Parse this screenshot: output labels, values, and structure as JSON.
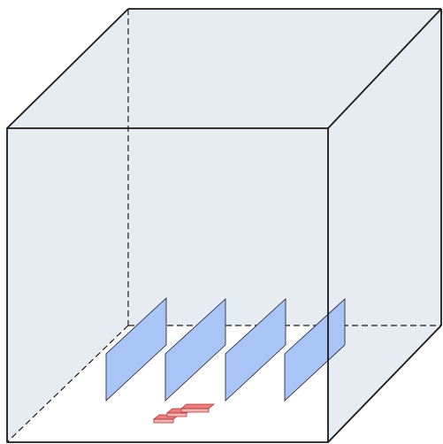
{
  "colors": {
    "background": "#ffffff",
    "box_face_fill": "#e6ecf2",
    "box_edge": "#1a1a1a",
    "panel_fill": "#a9c4f7",
    "panel_stroke": "#1a1a1a",
    "steps_fill": "#e88080",
    "steps_side_fill": "#f3b3b3",
    "steps_stroke": "#b03030"
  },
  "scene": {
    "projection": "cabinet-oblique",
    "box_style": "wireframe cube with shaded back, left and top faces; hidden edges dashed",
    "panel_count": 4,
    "panel_style": "thin vertical rectangular plates standing on the floor, parallel, evenly spaced",
    "steps_count": 3
  }
}
